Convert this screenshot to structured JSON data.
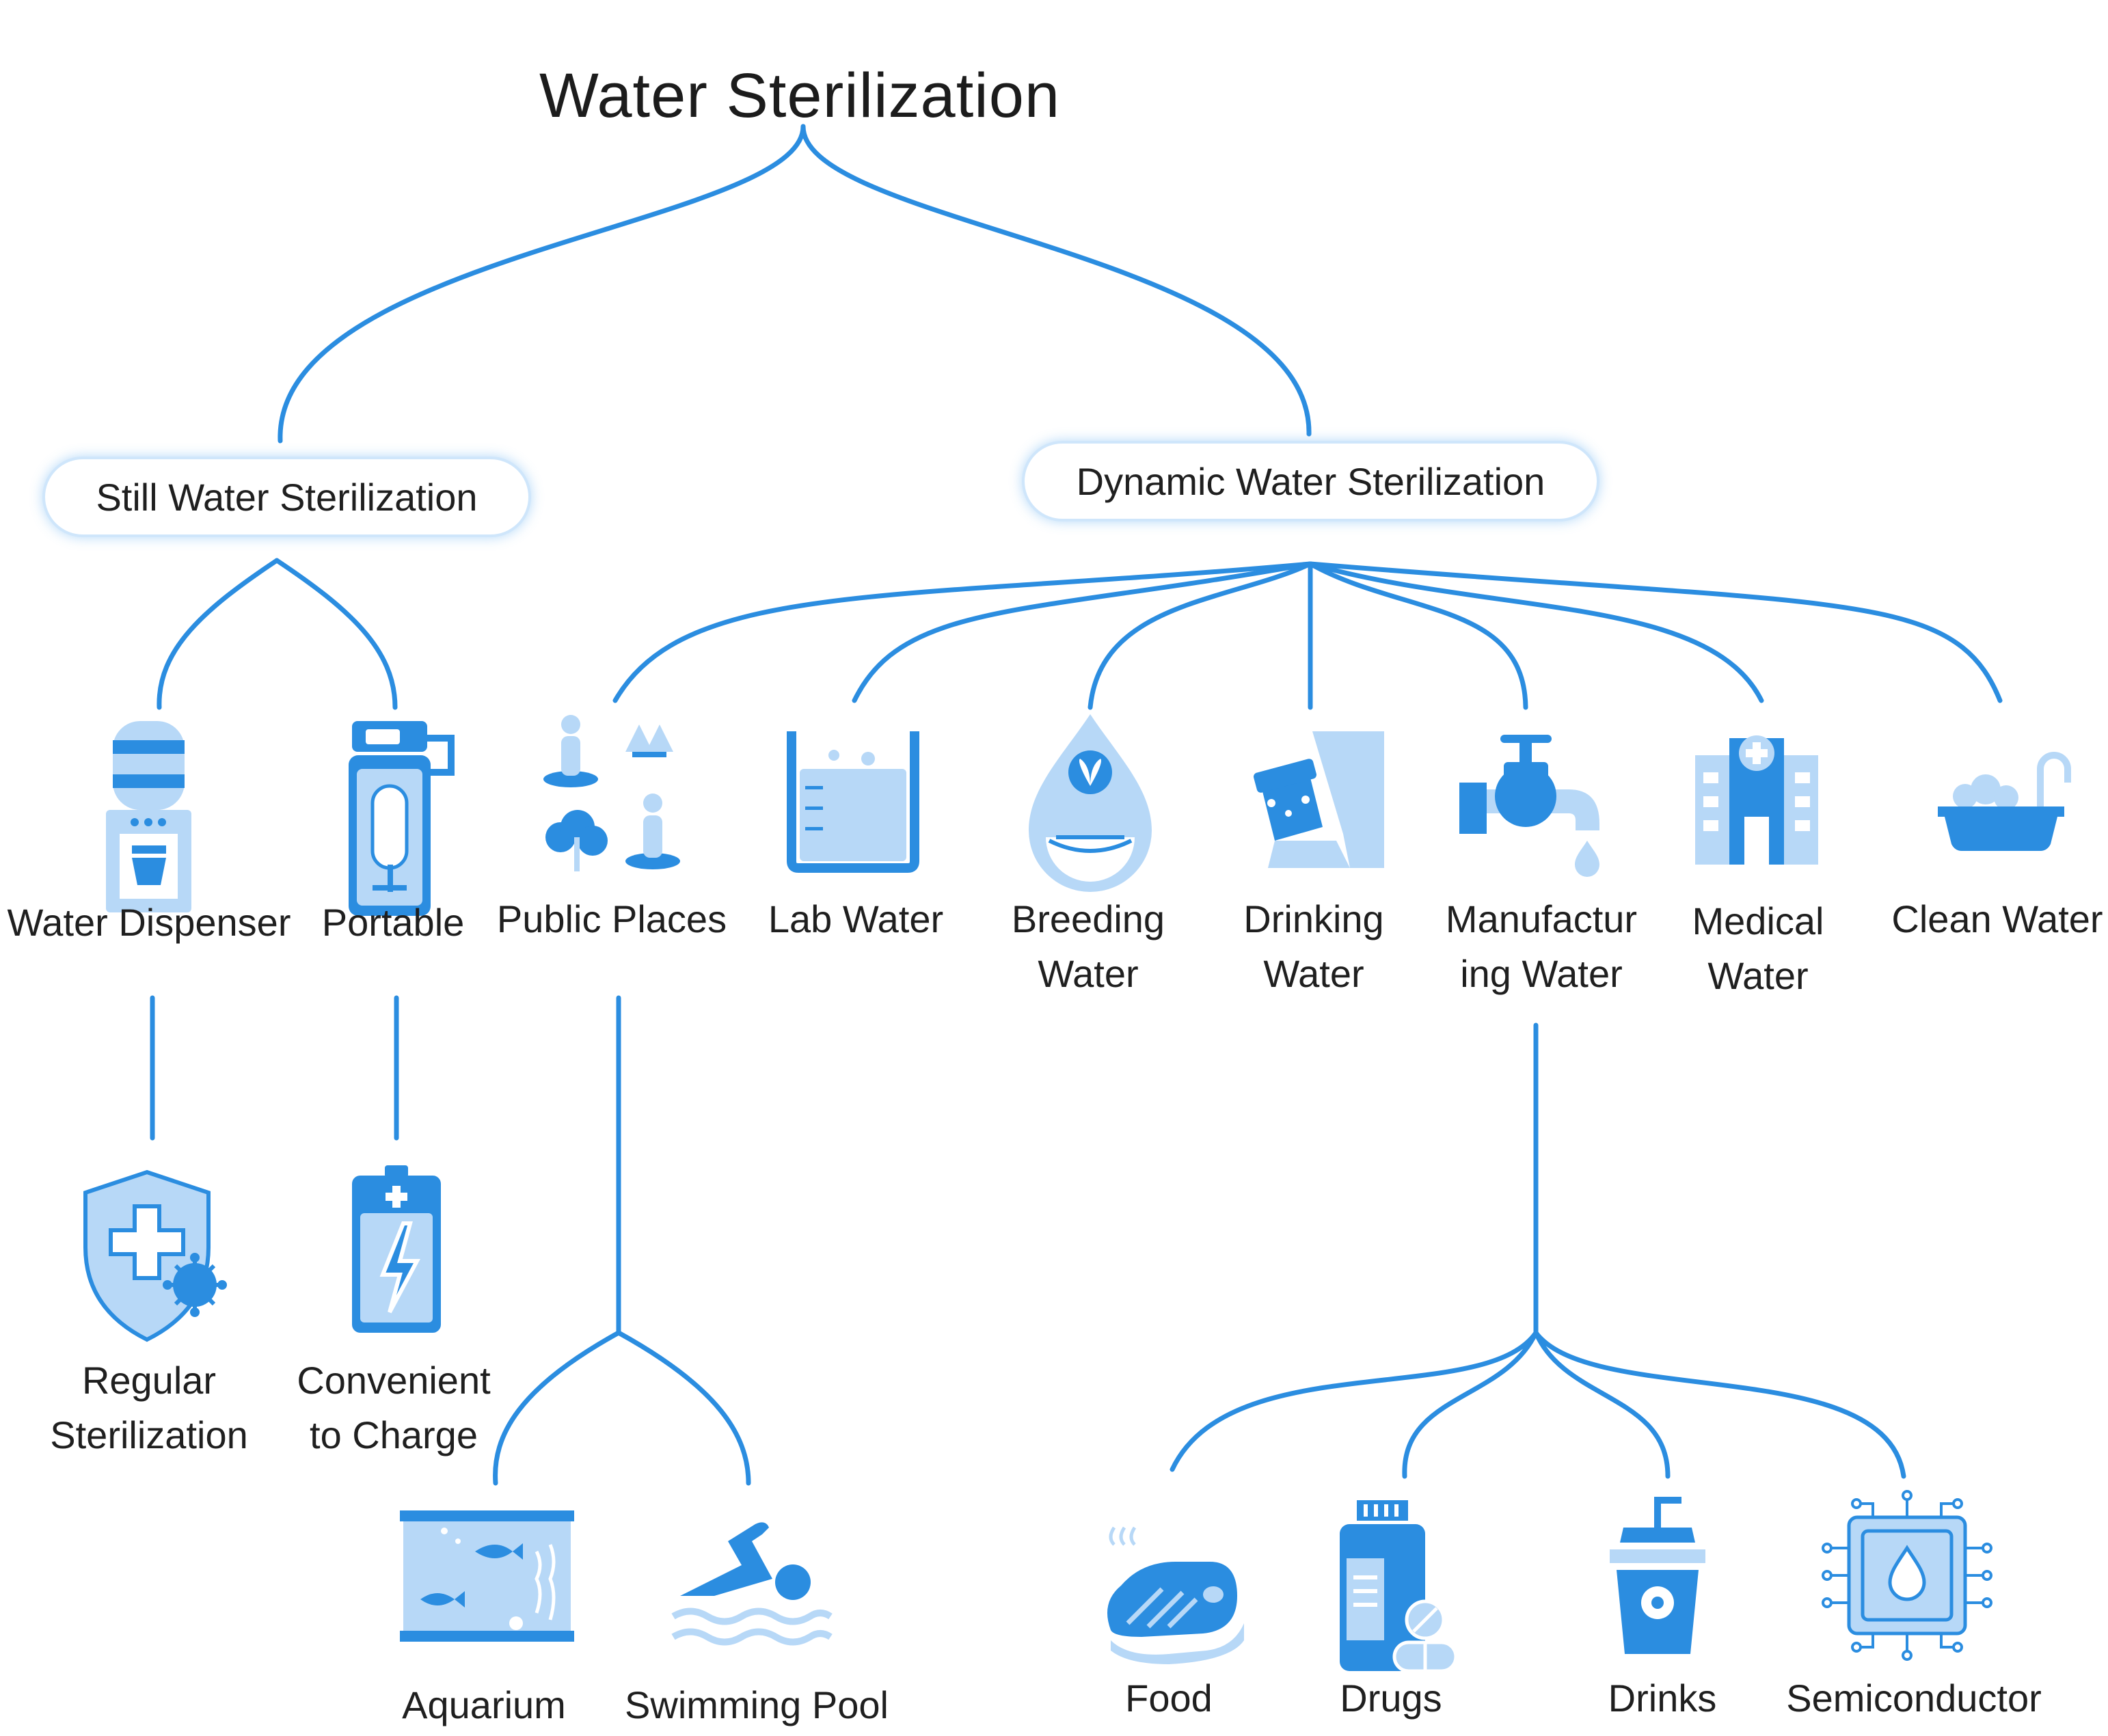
{
  "title": "Water Sterilization",
  "branches": {
    "still": "Still Water Sterilization",
    "dynamic": "Dynamic Water Sterilization"
  },
  "still_children": {
    "water_dispenser": "Water Dispenser",
    "portable": "Portable"
  },
  "dynamic_children": {
    "public_places": "Public Places",
    "lab_water": "Lab Water",
    "breeding_water": "Breeding\nWater",
    "drinking_water": "Drinking\nWater",
    "manufacturing_water": "Manufactur\ning Water",
    "medical_water": "Medical\nWater",
    "clean_water": "Clean Water"
  },
  "leaves": {
    "regular_sterilization": "Regular\nSterilization",
    "convenient_to_charge": "Convenient\nto Charge",
    "aquarium": "Aquarium",
    "swimming_pool": "Swimming Pool",
    "food": "Food",
    "drugs": "Drugs",
    "drinks": "Drinks",
    "semiconductor": "Semiconductor"
  },
  "icons": [
    "water-dispenser-icon",
    "portable-bottle-icon",
    "public-places-icon",
    "lab-beaker-icon",
    "breeding-drop-icon",
    "drinking-glass-icon",
    "faucet-icon",
    "hospital-icon",
    "bathtub-icon",
    "shield-cross-icon",
    "battery-icon",
    "aquarium-icon",
    "swimmer-icon",
    "steak-icon",
    "medicine-bottle-icon",
    "drink-cup-icon",
    "chip-icon"
  ],
  "colors": {
    "line": "#2b8de0",
    "icon_dark": "#2b8de0",
    "icon_light": "#b7d8f7",
    "pill_border": "#cfe6fb"
  }
}
